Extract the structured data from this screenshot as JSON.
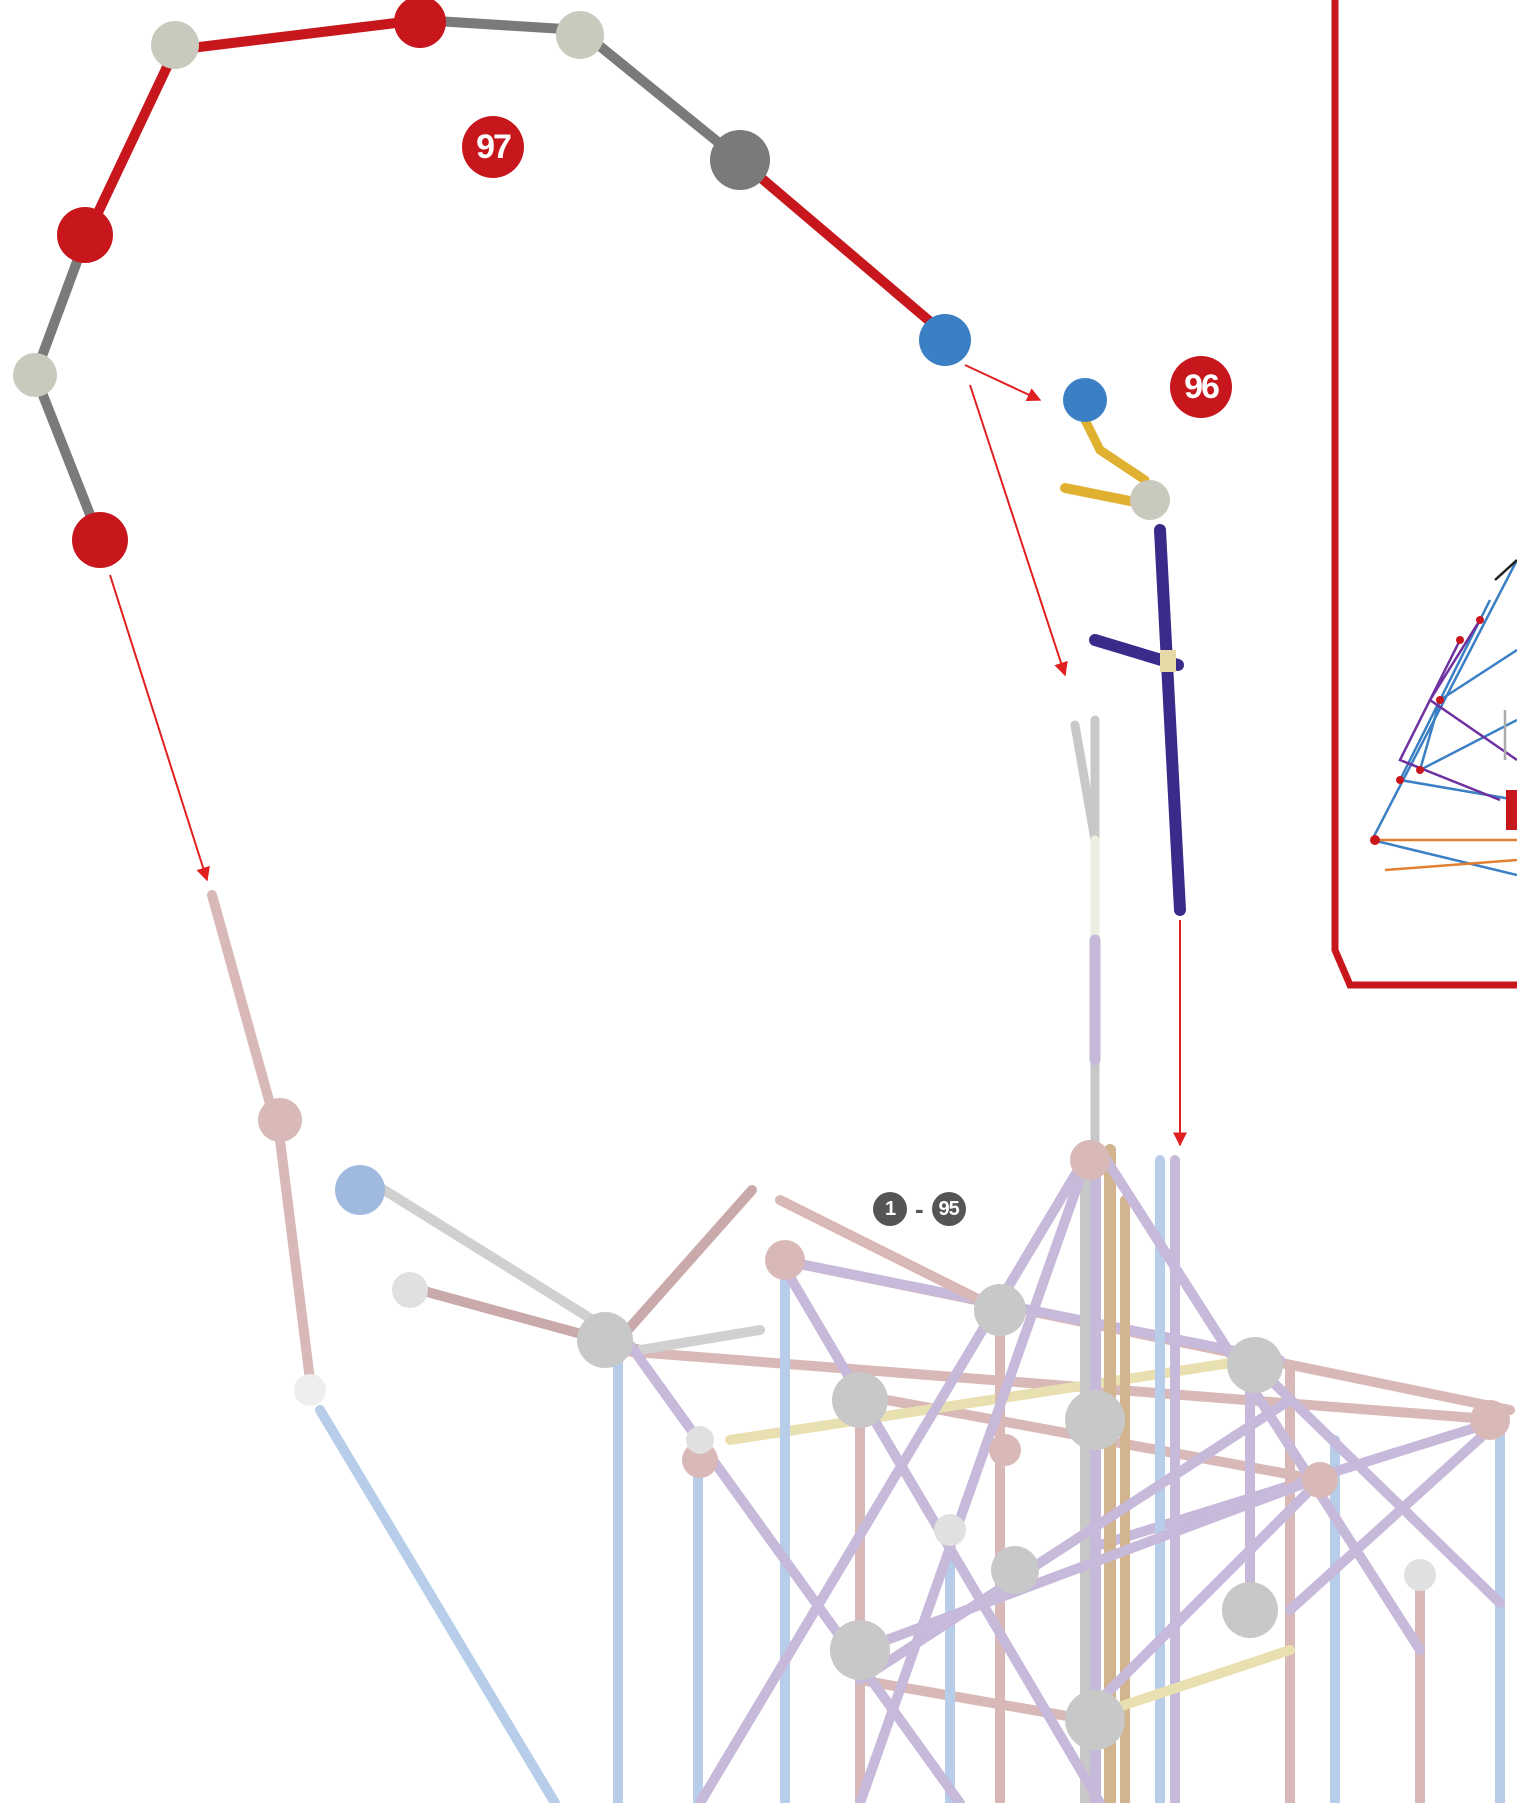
{
  "steps": {
    "current_a": "97",
    "current_b": "96",
    "range_start": "1",
    "range_sep": "-",
    "range_end": "95"
  },
  "colors": {
    "red": "#c8161d",
    "grey": "#7a7a7a",
    "light_grey": "#c9c9bd",
    "blue": "#3b7fc4",
    "navy": "#3a2a8a",
    "yellow": "#e0b030",
    "faded_pink": "#d9b8b8",
    "faded_blue": "#b7cde9",
    "faded_purple": "#c6b9da",
    "faded_grey": "#c8c8c8",
    "tan": "#d2b58f"
  }
}
